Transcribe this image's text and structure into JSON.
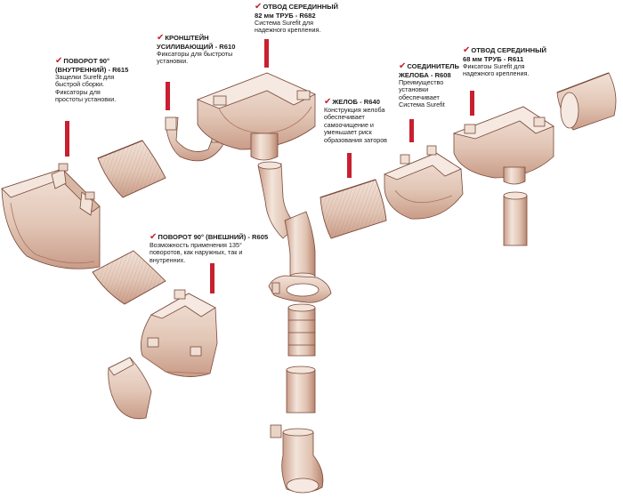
{
  "colors": {
    "accent": "#c8202f",
    "part_fill": "#e6cdbf",
    "part_shade": "#c79a86",
    "part_stroke": "#7a4a3a",
    "text": "#1a1a1a"
  },
  "check_icon": "✔",
  "callouts": {
    "r682": {
      "title_lines": [
        "ОТВОД СЕРЕДИННЫЙ",
        "82 мм  ТРУБ - R682"
      ],
      "desc_lines": [
        "Системa Surefit для",
        "надежного крепления."
      ]
    },
    "r610": {
      "title_lines": [
        "КРОНШТЕЙН",
        "УСИЛИВАЮЩИЙ - R610"
      ],
      "desc_lines": [
        "Фиксаторы для быстроты",
        "установки."
      ]
    },
    "r615": {
      "title_lines": [
        "ПОВОРОТ 90°",
        "(ВНУТРЕННИЙ) - R615"
      ],
      "desc_lines": [
        "Защелки Surefit для",
        "быстрой сборки.",
        "Фиксаторы для",
        "простоты установки."
      ]
    },
    "r640": {
      "title_lines": [
        "ЖЕЛОБ - R640"
      ],
      "desc_lines": [
        "Конструкция желоба",
        "обеспечивает",
        "самоочищение и",
        "уменьшает риск",
        "образования заторов"
      ]
    },
    "r608": {
      "title_lines": [
        "СОЕДИНИТЕЛЬ",
        "ЖЕЛОБА - R608"
      ],
      "desc_lines": [
        "Преимущество",
        "установки",
        "обеспечивает",
        "Системa Surefit"
      ]
    },
    "r611": {
      "title_lines": [
        "ОТВОД СЕРЕДИННЫЙ",
        "68 мм  ТРУБ - R611"
      ],
      "desc_lines": [
        "Фиксатоы Surefit для",
        "надежного крепления."
      ]
    },
    "r605": {
      "title_lines": [
        "ПОВОРОТ 90° (ВНЕШНИЙ) - R605"
      ],
      "desc_lines": [
        "Возможность применения 135°",
        "поворотов, как наружных, так и",
        "внутренних."
      ]
    }
  }
}
